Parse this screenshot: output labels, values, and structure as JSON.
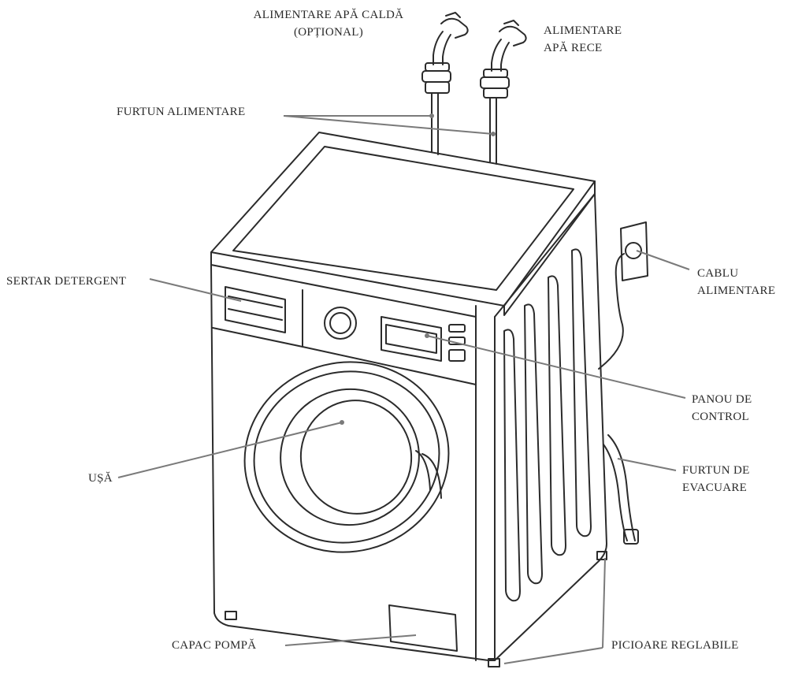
{
  "labels": {
    "hot_water_supply": {
      "line1": "ALIMENTARE APĂ CALDĂ",
      "line2": "(OPȚIONAL)"
    },
    "cold_water_supply": {
      "line1": "ALIMENTARE",
      "line2": "APĂ RECE"
    },
    "supply_hose": "FURTUN ALIMENTARE",
    "detergent_drawer": "SERTAR DETERGENT",
    "power_cable": {
      "line1": "CABLU",
      "line2": "ALIMENTARE"
    },
    "control_panel": {
      "line1": "PANOU DE",
      "line2": "CONTROL"
    },
    "door": "UȘĂ",
    "drain_hose": {
      "line1": "FURTUN DE",
      "line2": "EVACUARE"
    },
    "pump_cover": "CAPAC POMPĂ",
    "adjustable_feet": "PICIOARE REGLABILE"
  },
  "colors": {
    "outline": "#2b2b2b",
    "leader_line": "#7a7a7a",
    "label_text": "#2a2a2a",
    "background": "#ffffff"
  }
}
